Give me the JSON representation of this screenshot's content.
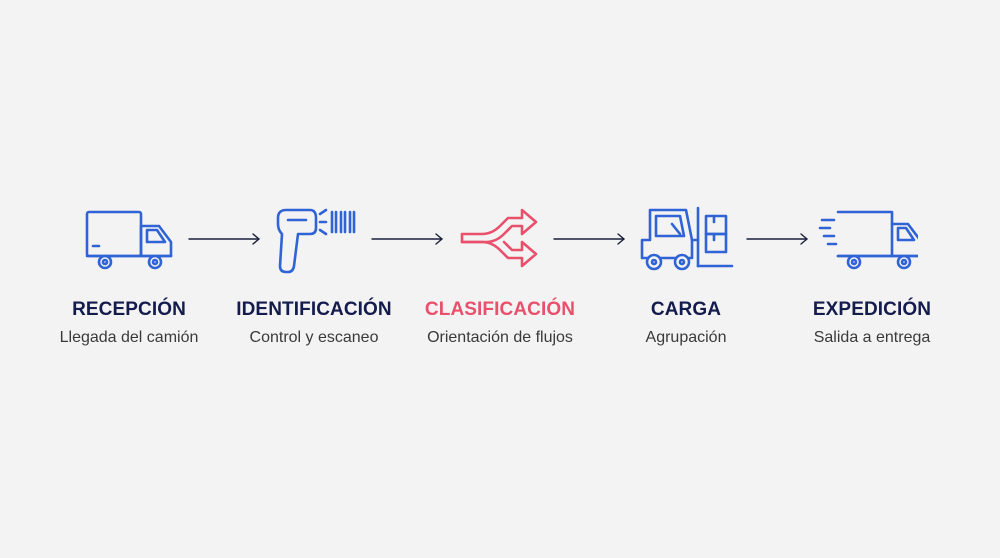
{
  "steps": [
    {
      "title": "RECEPCIÓN",
      "subtitle": "Llegada del camión",
      "icon": "truck-icon",
      "highlight": false
    },
    {
      "title": "IDENTIFICACIÓN",
      "subtitle": "Control y escaneo",
      "icon": "barcode-scanner-icon",
      "highlight": false
    },
    {
      "title": "CLASIFICACIÓN",
      "subtitle": "Orientación de flujos",
      "icon": "split-arrows-icon",
      "highlight": true
    },
    {
      "title": "CARGA",
      "subtitle": "Agrupación",
      "icon": "forklift-icon",
      "highlight": false
    },
    {
      "title": "EXPEDICIÓN",
      "subtitle": "Salida a entrega",
      "icon": "fast-delivery-truck-icon",
      "highlight": false
    }
  ],
  "colors": {
    "background": "#f3f3f3",
    "icon_blue": "#2f63d6",
    "highlight_red": "#e8506c",
    "title_navy": "#141b4d",
    "subtitle_gray": "#3a3a3a",
    "connector": "#1a1f3a"
  }
}
